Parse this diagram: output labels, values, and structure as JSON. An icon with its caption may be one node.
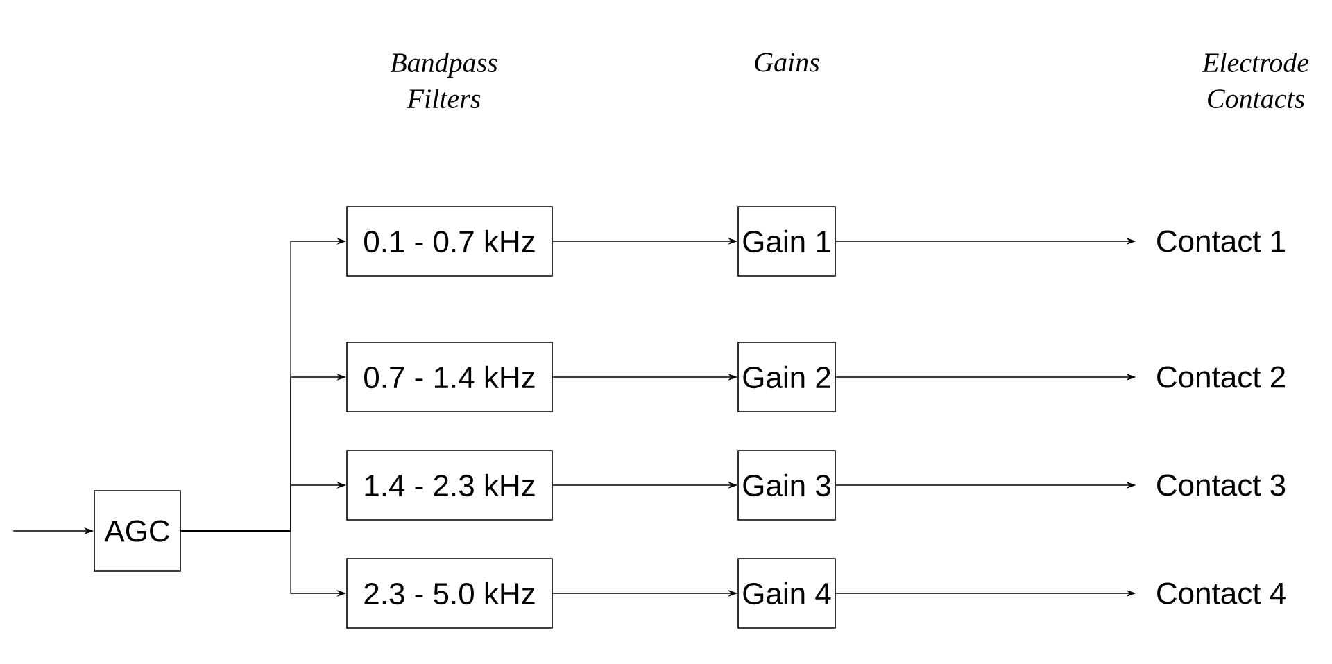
{
  "diagram": {
    "nodes": [
      {
        "text": [
          "AGC"
        ]
      },
      {
        "text": [
          "0.1 - 0.7 kHz"
        ]
      },
      {
        "text": [
          "0.7 - 1.4 kHz"
        ]
      },
      {
        "text": [
          "1.4 - 2.3 kHz"
        ]
      },
      {
        "text": [
          "2.3 - 5.0 kHz"
        ]
      },
      {
        "text": [
          "Gain 1"
        ]
      },
      {
        "text": [
          "Gain 2"
        ]
      },
      {
        "text": [
          "Gain 3"
        ]
      },
      {
        "text": [
          "Gain 4"
        ]
      },
      {
        "text": [
          "Contact 1"
        ]
      },
      {
        "text": [
          "Contact 2"
        ]
      },
      {
        "text": [
          "Contact 3"
        ]
      },
      {
        "text": [
          "Contact 4"
        ]
      }
    ],
    "edges": [
      {
        "from": null,
        "to": 0,
        "arrow": "to"
      },
      {
        "from": 0,
        "to": 1,
        "arrow": "to"
      },
      {
        "from": 0,
        "to": 2,
        "arrow": "to"
      },
      {
        "from": 0,
        "to": 3,
        "arrow": "to"
      },
      {
        "from": 0,
        "to": 4,
        "arrow": "to"
      },
      {
        "from": 1,
        "to": 5,
        "arrow": "to"
      },
      {
        "from": 2,
        "to": 6,
        "arrow": "to"
      },
      {
        "from": 3,
        "to": 7,
        "arrow": "to"
      },
      {
        "from": 4,
        "to": 8,
        "arrow": "to"
      },
      {
        "from": 5,
        "to": 9,
        "arrow": "to"
      },
      {
        "from": 6,
        "to": 10,
        "arrow": "to"
      },
      {
        "from": 7,
        "to": 11,
        "arrow": "to"
      },
      {
        "from": 8,
        "to": 12,
        "arrow": "to"
      }
    ],
    "labels": [
      "Bandpass Filters",
      "Gains",
      "Electrode Contacts"
    ]
  }
}
